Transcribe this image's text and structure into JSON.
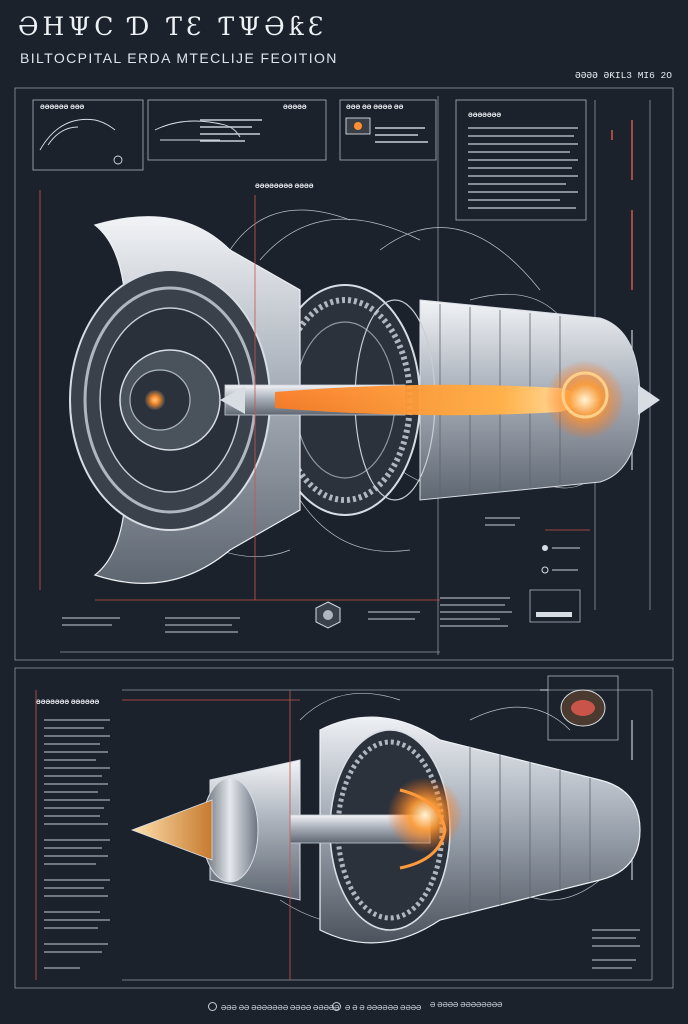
{
  "header": {
    "title": "ƏHΨC Ɗ ƬƐ ƬΨƏƙƐ",
    "subtitle": "BILTOCPITAL ERDA  MTECLIJE FEOITION",
    "code": "ƏƏƏƏ ƏƘIL3 MI6 2O"
  },
  "callouts": {
    "top_left_box": "ƏƏƏƏƏƏ ƏƏƏ",
    "top_small_box": "ƏƏƏƏƏ",
    "top_mid_box": "ƏƏƏ ƏƏ ƏƏƏƏ ƏƏ",
    "right_panel_title": "ƏƏƏƏƏƏƏ",
    "center_upper": "ƏƏƏƏƏƏƏƏ ƏƏƏƏ",
    "lower_left_title": "ƏƏƏƏƏƏƏ ƏƏƏƏƏƏ"
  },
  "footer": {
    "left": "ƏƏƏ ƏƏ ƏƏƏƏƏƏƏ ƏƏƏƏ ƏƏƏƏƏ",
    "middle": "Ə Ə Ə ƏƏƏƏƏƏ ƏƏƏƏ",
    "right": "Ə ƏƏƏƏ ƏƏƏƏƏƏƏƏ"
  },
  "colors": {
    "background": "#1b222c",
    "line": "#b9c0c9",
    "metal": "#c9ced6",
    "flame": "#ff8a2a",
    "accent_red": "#c9544a"
  }
}
